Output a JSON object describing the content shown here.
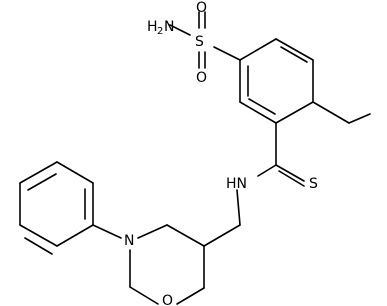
{
  "molecule": {
    "atoms": {
      "sulfamoyl_nitrogen": {
        "symbol": "H",
        "subscript": "2",
        "element": "N"
      },
      "sulfur": "S",
      "sulfonyl_oxygen_top": "O",
      "sulfonyl_oxygen_bottom": "O",
      "thioamide_nitrogen": "HN",
      "thioamide_sulfur": "S",
      "morpholine_nitrogen": "N",
      "morpholine_oxygen": "O"
    }
  }
}
